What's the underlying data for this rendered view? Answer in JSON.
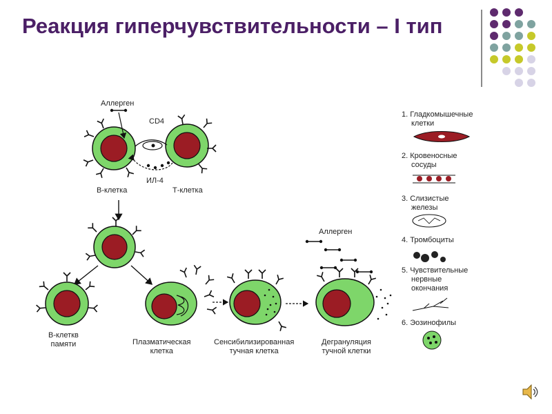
{
  "title": "Реакция гиперчувствительности – I тип",
  "diagram": {
    "allergen_top": "Аллерген",
    "cd4": "CD4",
    "il4": "ИЛ-4",
    "b_cell": "В-клетка",
    "t_cell": "Т-клетка",
    "memory_b_line1": "В-клеткв",
    "memory_b_line2": "памяти",
    "plasma_line1": "Плазматическая",
    "plasma_line2": "клетка",
    "sensitized_line1": "Сенсибилизированная",
    "sensitized_line2": "тучная клетка",
    "degran_line1": "Дегрануляция",
    "degran_line2": "тучной клетки",
    "allergen_right": "Аллерген"
  },
  "legend": [
    {
      "first": "1. Гладкомышечные",
      "rest": "клетки"
    },
    {
      "first": "2. Кровеносные",
      "rest": "сосуды"
    },
    {
      "first": "3. Слизистые",
      "rest": "железы"
    },
    {
      "first": "4. Тромбоциты",
      "rest": ""
    },
    {
      "first": "5. Чувствительные",
      "rest": "нервные",
      "rest2": "окончания"
    },
    {
      "first": "6. Эозинофилы",
      "rest": ""
    }
  ],
  "colors": {
    "title": "#4b1f66",
    "cell_outer": "#7ed66a",
    "cell_nucleus": "#9b1c24",
    "dot_purple": "#5e2a6e",
    "dot_teal": "#7fa3a0",
    "dot_olive": "#c6c92a",
    "dot_lilac": "#d7d3e6"
  },
  "icons": [
    "speaker-icon"
  ]
}
